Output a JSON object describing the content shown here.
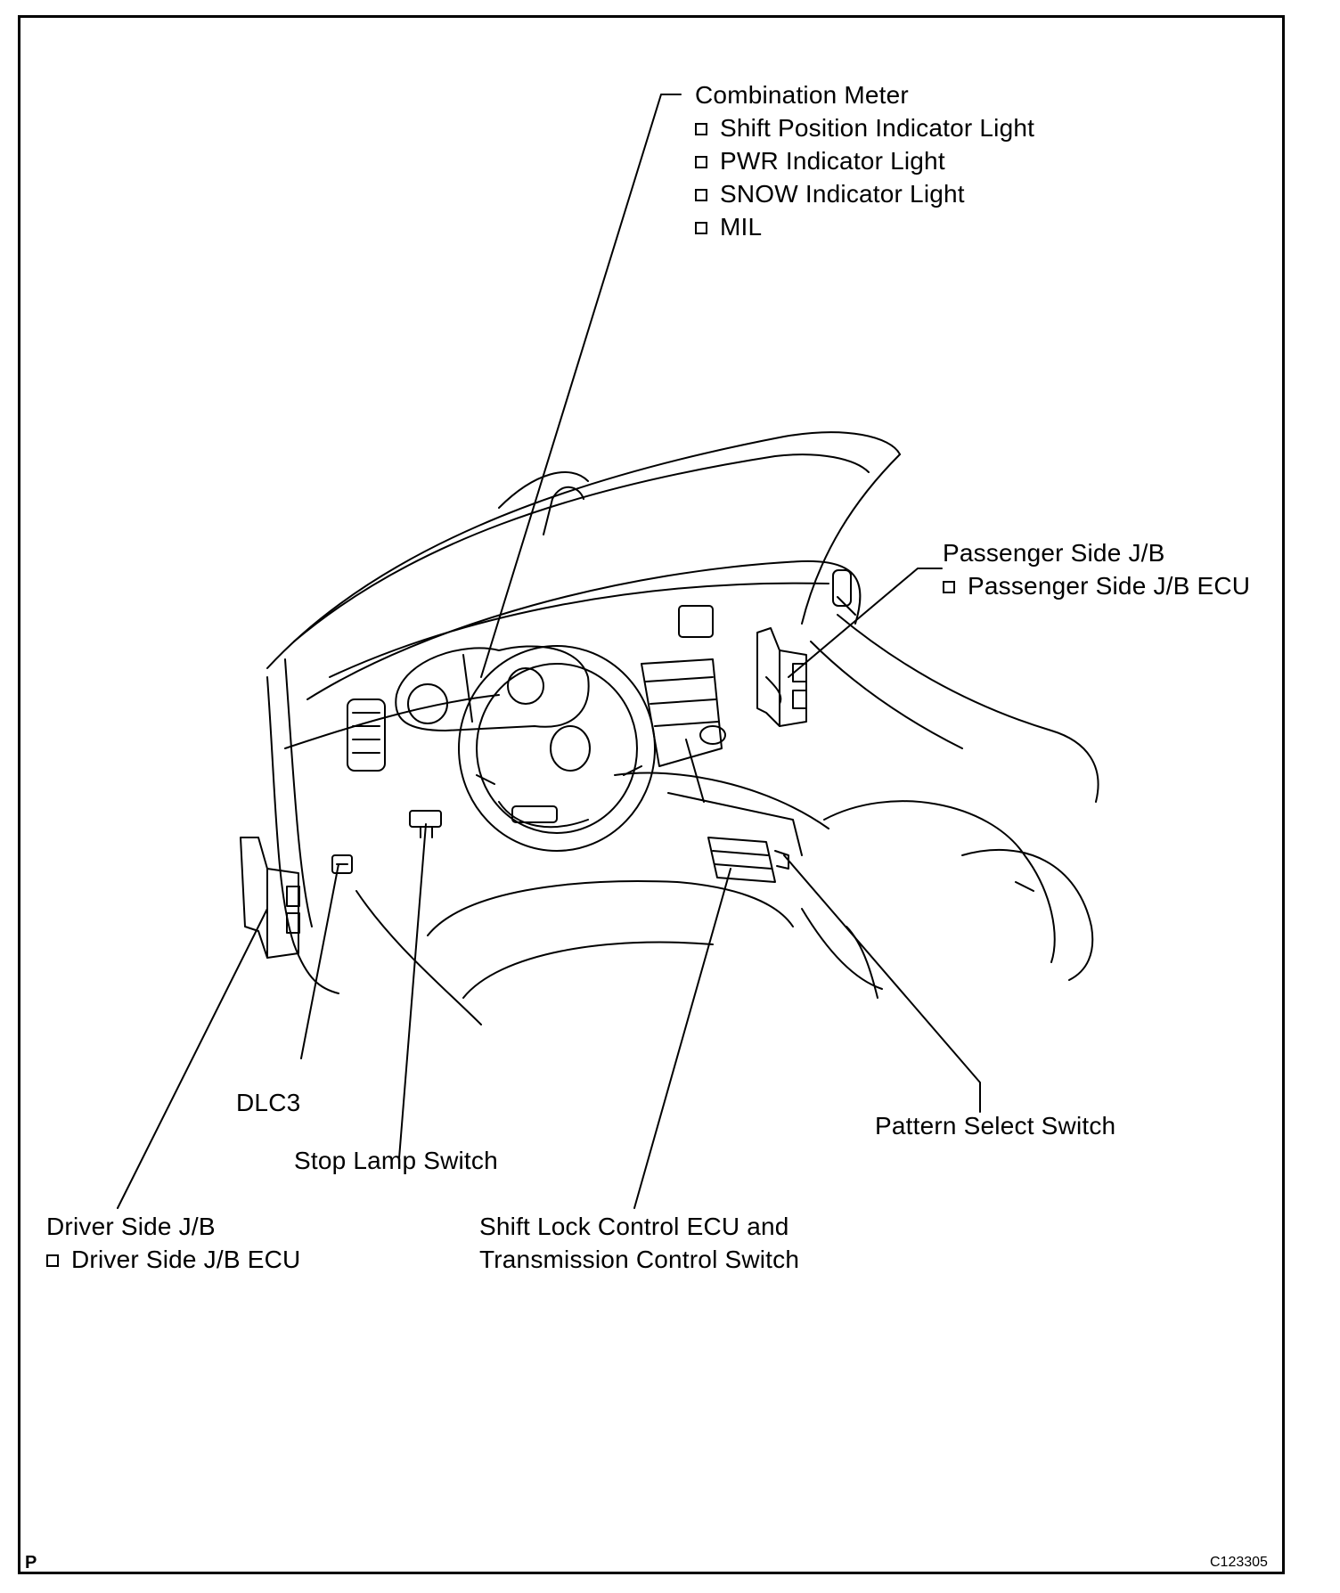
{
  "labels": {
    "combination_meter": {
      "title": "Combination Meter",
      "items": [
        "Shift Position Indicator Light",
        "PWR Indicator Light",
        "SNOW Indicator Light",
        "MIL"
      ]
    },
    "passenger_jb": {
      "title": "Passenger Side J/B",
      "items": [
        "Passenger Side J/B ECU"
      ]
    },
    "dlc3": "DLC3",
    "stop_lamp": "Stop Lamp Switch",
    "pattern_select": "Pattern Select Switch",
    "driver_jb": {
      "title": "Driver Side J/B",
      "items": [
        "Driver Side J/B ECU"
      ]
    },
    "shift_lock": {
      "line1": "Shift Lock Control ECU and",
      "line2": "Transmission Control Switch"
    }
  },
  "corner": {
    "left": "P",
    "right": "C123305"
  }
}
